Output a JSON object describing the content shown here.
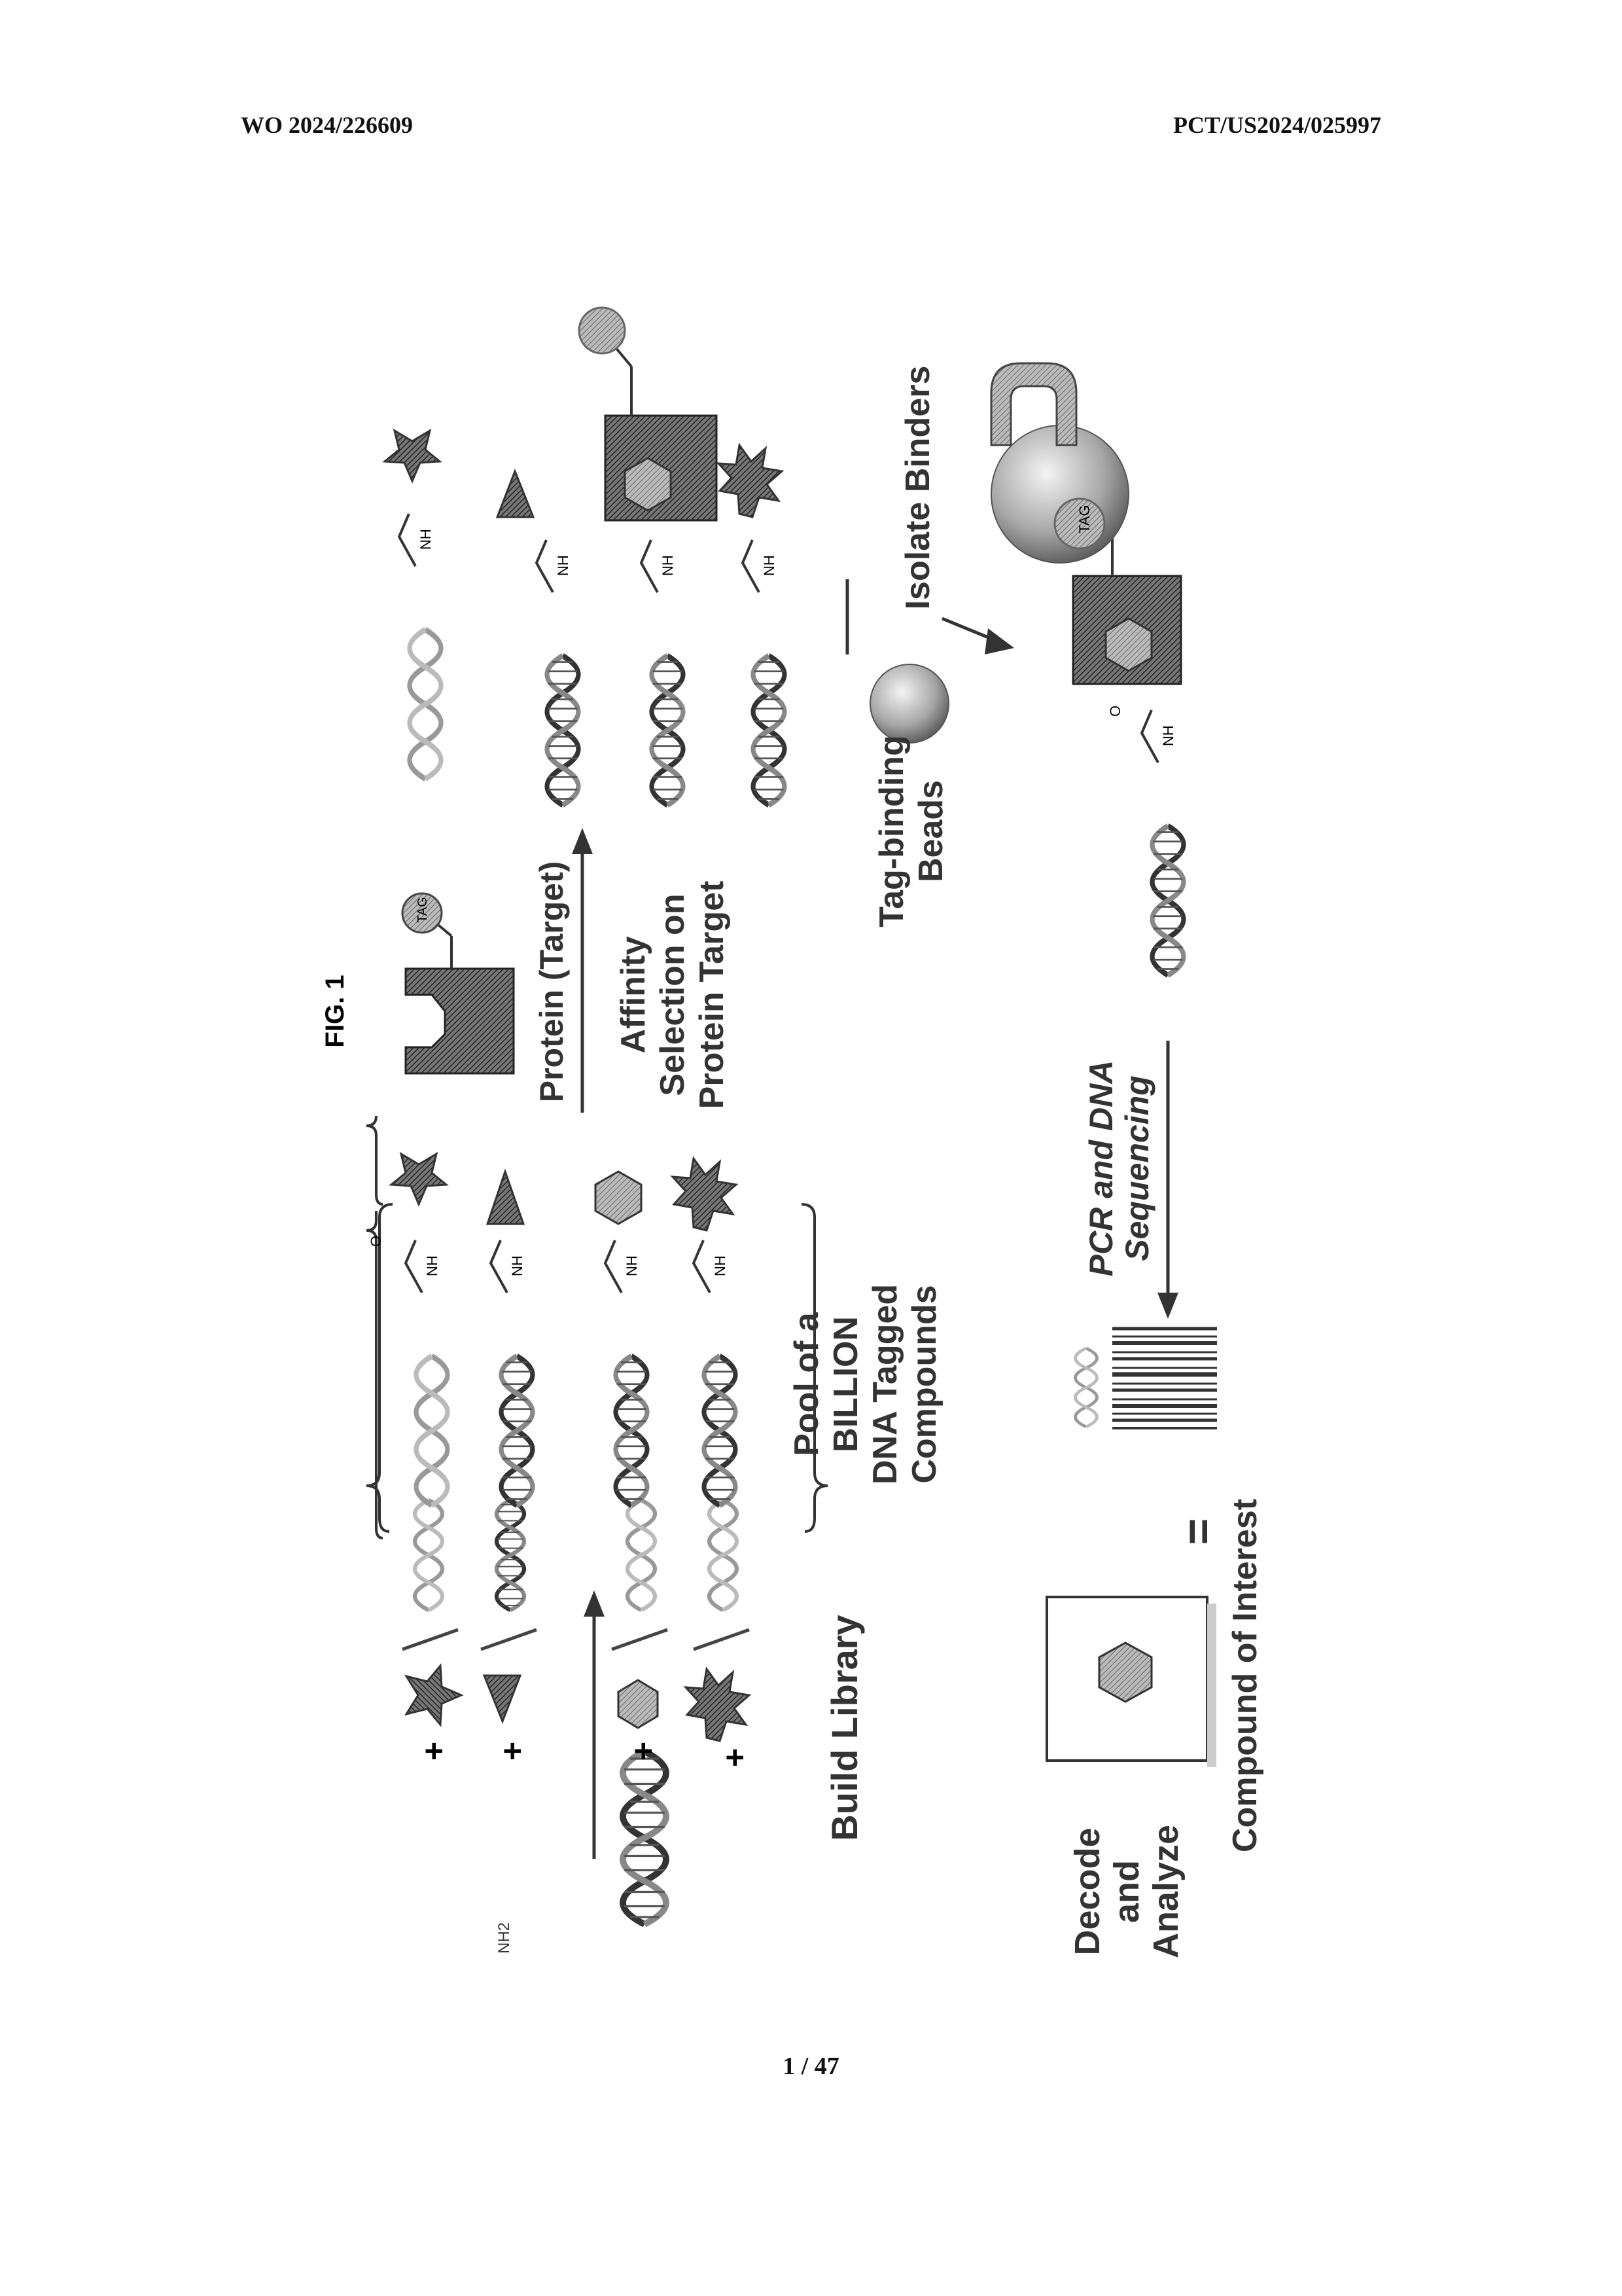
{
  "header": {
    "left": "WO 2024/226609",
    "right": "PCT/US2024/025997"
  },
  "figure": {
    "title": "FIG. 1",
    "labels": {
      "build_library": "Build Library",
      "pool_line1": "Pool of a",
      "pool_line2": "BILLION",
      "pool_line3": "DNA Tagged",
      "pool_line4": "Compounds",
      "protein_target": "Protein (Target)",
      "affinity_line1": "Affinity",
      "affinity_line2": "Selection on",
      "affinity_line3": "Protein Target",
      "tag_beads_line1": "Tag-binding",
      "tag_beads_line2": "Beads",
      "isolate_binders": "Isolate Binders",
      "pcr_line1": "PCR and DNA",
      "pcr_line2": "Sequencing",
      "decode_line1": "Decode",
      "decode_line2": "and",
      "decode_line3": "Analyze",
      "compound_of_interest": "Compound of Interest",
      "equals": "=",
      "tag": "TAG",
      "nh": "NH",
      "nh2": "NH2",
      "o": "O",
      "plus": "+"
    },
    "icons": [
      "star-icon",
      "triangle-icon",
      "hexagon-icon",
      "starburst-icon",
      "dna-helix-icon",
      "magnet-icon",
      "bead-icon",
      "barcode-icon"
    ]
  },
  "footer": {
    "page": "1 / 47"
  }
}
